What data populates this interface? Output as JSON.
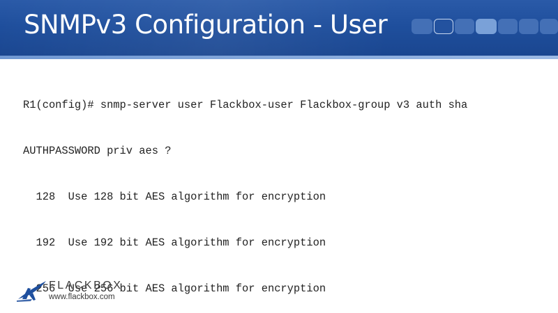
{
  "slide": {
    "title": "SNMPv3 Configuration - User"
  },
  "terminal": {
    "lines": [
      "R1(config)# snmp-server user Flackbox-user Flackbox-group v3 auth sha",
      "AUTHPASSWORD priv aes ?",
      "  128  Use 128 bit AES algorithm for encryption",
      "  192  Use 192 bit AES algorithm for encryption",
      "  256  Use 256 bit AES algorithm for encryption"
    ]
  },
  "logo": {
    "name": "FLACKBOX",
    "url": "www.flackbox.com",
    "icon": "airplane-logo-icon"
  },
  "colors": {
    "header": "#1f4f9d",
    "header_strip": "#8aaedf",
    "pager_active": "#7aa1d8",
    "logo_blue": "#1e4f9e",
    "text": "#222222"
  },
  "pager": {
    "count": 7,
    "active_index": 3
  }
}
